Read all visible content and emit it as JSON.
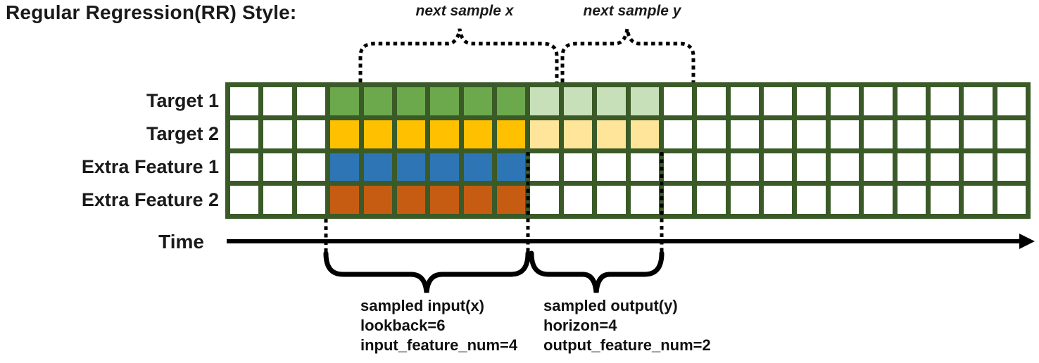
{
  "title": "Regular Regression(RR) Style:",
  "top_annotations": {
    "next_sample_x": "next sample x",
    "next_sample_y": "next sample y"
  },
  "time_axis": {
    "label": "Time"
  },
  "grid": {
    "num_columns": 24,
    "lead_empty_columns": 3,
    "lookback_columns": 6,
    "horizon_columns": 4,
    "border_color": "#3A5A27",
    "empty_cell_color": "#FFFFFF",
    "rows": [
      {
        "label": "Target 1",
        "lookback_color": "#6CA94D",
        "horizon_color": "#C8E0BA"
      },
      {
        "label": "Target 2",
        "lookback_color": "#FFC000",
        "horizon_color": "#FFE599"
      },
      {
        "label": "Extra Feature 1",
        "lookback_color": "#2E75B5",
        "horizon_color": null
      },
      {
        "label": "Extra Feature 2",
        "lookback_color": "#C55C12",
        "horizon_color": null
      }
    ]
  },
  "input_annotation": {
    "lines": [
      "sampled input(x)",
      "lookback=6",
      "input_feature_num=4"
    ]
  },
  "output_annotation": {
    "lines": [
      "sampled output(y)",
      "horizon=4",
      "output_feature_num=2"
    ]
  }
}
